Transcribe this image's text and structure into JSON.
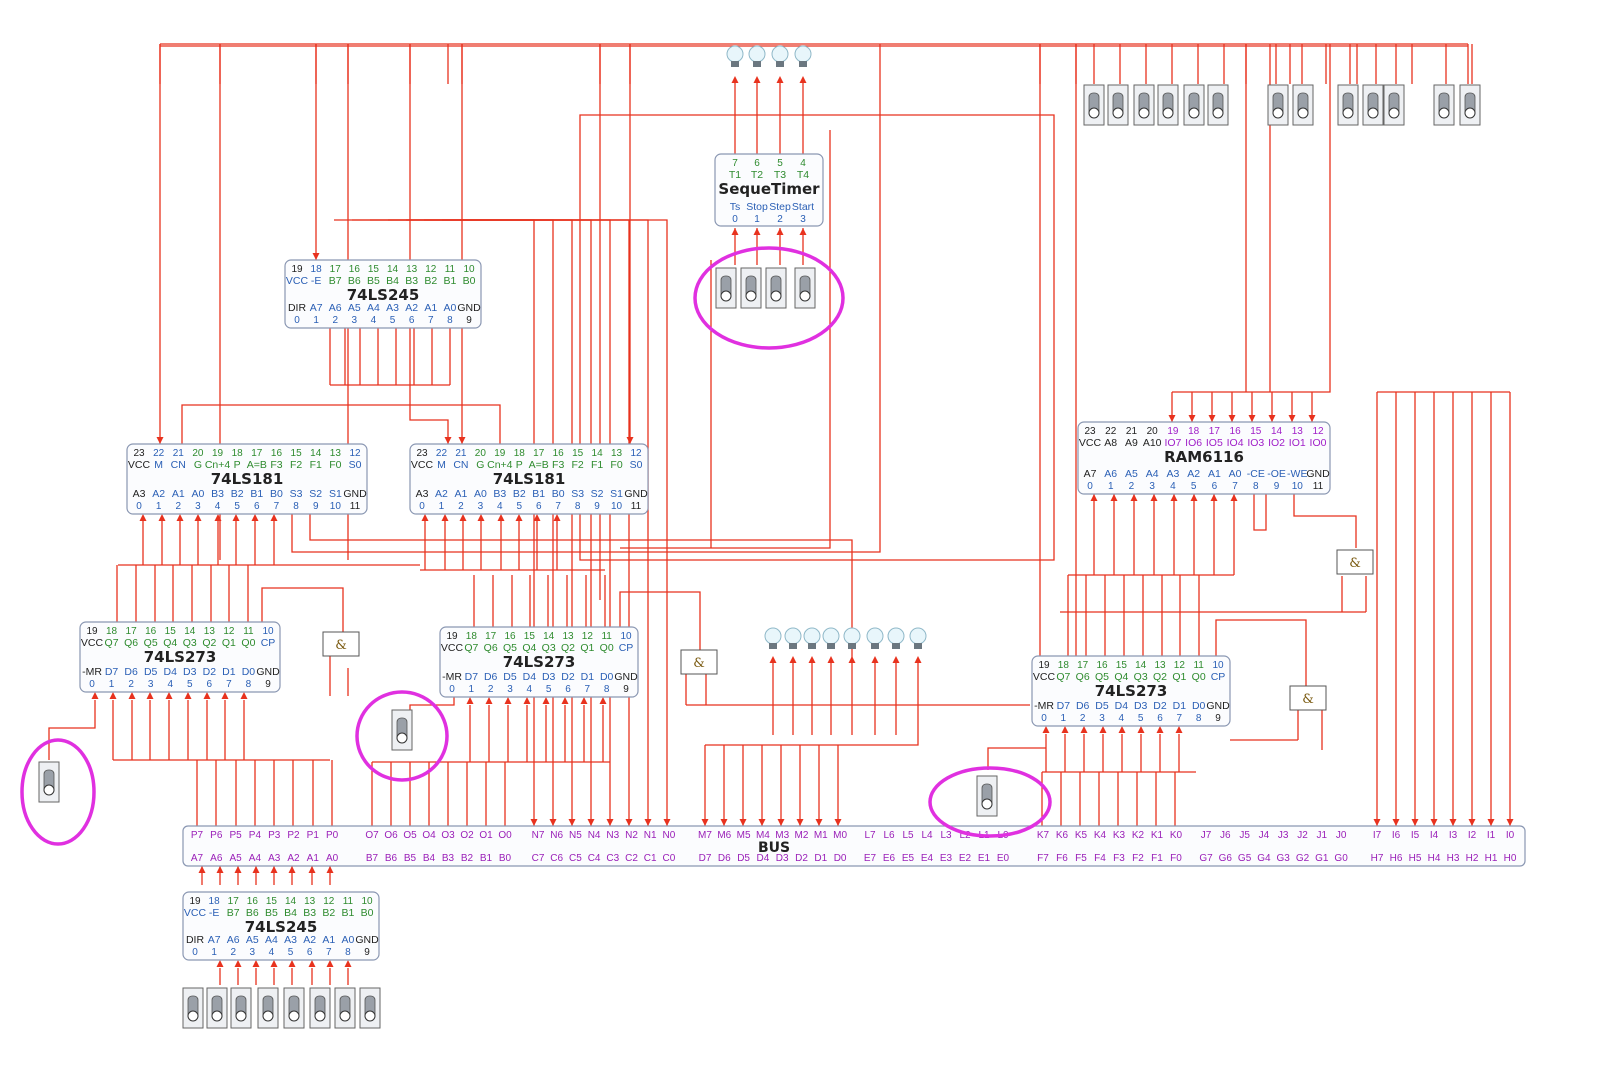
{
  "colors": {
    "wire": "#e8321e",
    "pin_green": "#2e8b2e",
    "pin_blue": "#2a5fb5",
    "pin_black": "#222222",
    "pin_purple": "#a020c8",
    "highlight": "#e030e0"
  },
  "chips": [
    {
      "id": "ls245-top",
      "name": "74LS245",
      "top_nums": [
        "19",
        "18",
        "17",
        "16",
        "15",
        "14",
        "13",
        "12",
        "11",
        "10"
      ],
      "top_labels": [
        "VCC",
        "-E",
        "B7",
        "B6",
        "B5",
        "B4",
        "B3",
        "B2",
        "B1",
        "B0"
      ],
      "bottom_labels": [
        "DIR",
        "A7",
        "A6",
        "A5",
        "A4",
        "A3",
        "A2",
        "A1",
        "A0",
        "GND"
      ],
      "bottom_nums": [
        "0",
        "1",
        "2",
        "3",
        "4",
        "5",
        "6",
        "7",
        "8",
        "9"
      ]
    },
    {
      "id": "ls181-left",
      "name": "74LS181",
      "top_nums": [
        "23",
        "22",
        "21",
        "20",
        "19",
        "18",
        "17",
        "16",
        "15",
        "14",
        "13",
        "12"
      ],
      "top_labels": [
        "VCC",
        "M",
        "CN",
        "G",
        "Cn+4",
        "P",
        "A=B",
        "F3",
        "F2",
        "F1",
        "F0",
        "S0"
      ],
      "bottom_labels": [
        "A3",
        "A2",
        "A1",
        "A0",
        "B3",
        "B2",
        "B1",
        "B0",
        "S3",
        "S2",
        "S1",
        "GND"
      ],
      "bottom_nums": [
        "0",
        "1",
        "2",
        "3",
        "4",
        "5",
        "6",
        "7",
        "8",
        "9",
        "10",
        "11"
      ]
    },
    {
      "id": "ls181-right",
      "name": "74LS181",
      "top_nums": [
        "23",
        "22",
        "21",
        "20",
        "19",
        "18",
        "17",
        "16",
        "15",
        "14",
        "13",
        "12"
      ],
      "top_labels": [
        "VCC",
        "M",
        "CN",
        "G",
        "Cn+4",
        "P",
        "A=B",
        "F3",
        "F2",
        "F1",
        "F0",
        "S0"
      ],
      "bottom_labels": [
        "A3",
        "A2",
        "A1",
        "A0",
        "B3",
        "B2",
        "B1",
        "B0",
        "S3",
        "S2",
        "S1",
        "GND"
      ],
      "bottom_nums": [
        "0",
        "1",
        "2",
        "3",
        "4",
        "5",
        "6",
        "7",
        "8",
        "9",
        "10",
        "11"
      ]
    },
    {
      "id": "ls273-left",
      "name": "74LS273",
      "top_nums": [
        "19",
        "18",
        "17",
        "16",
        "15",
        "14",
        "13",
        "12",
        "11",
        "10"
      ],
      "top_labels": [
        "VCC",
        "Q7",
        "Q6",
        "Q5",
        "Q4",
        "Q3",
        "Q2",
        "Q1",
        "Q0",
        "CP"
      ],
      "bottom_labels": [
        "-MR",
        "D7",
        "D6",
        "D5",
        "D4",
        "D3",
        "D2",
        "D1",
        "D0",
        "GND"
      ],
      "bottom_nums": [
        "0",
        "1",
        "2",
        "3",
        "4",
        "5",
        "6",
        "7",
        "8",
        "9"
      ]
    },
    {
      "id": "ls273-mid",
      "name": "74LS273",
      "top_nums": [
        "19",
        "18",
        "17",
        "16",
        "15",
        "14",
        "13",
        "12",
        "11",
        "10"
      ],
      "top_labels": [
        "VCC",
        "Q7",
        "Q6",
        "Q5",
        "Q4",
        "Q3",
        "Q2",
        "Q1",
        "Q0",
        "CP"
      ],
      "bottom_labels": [
        "-MR",
        "D7",
        "D6",
        "D5",
        "D4",
        "D3",
        "D2",
        "D1",
        "D0",
        "GND"
      ],
      "bottom_nums": [
        "0",
        "1",
        "2",
        "3",
        "4",
        "5",
        "6",
        "7",
        "8",
        "9"
      ]
    },
    {
      "id": "ls273-right",
      "name": "74LS273",
      "top_nums": [
        "19",
        "18",
        "17",
        "16",
        "15",
        "14",
        "13",
        "12",
        "11",
        "10"
      ],
      "top_labels": [
        "VCC",
        "Q7",
        "Q6",
        "Q5",
        "Q4",
        "Q3",
        "Q2",
        "Q1",
        "Q0",
        "CP"
      ],
      "bottom_labels": [
        "-MR",
        "D7",
        "D6",
        "D5",
        "D4",
        "D3",
        "D2",
        "D1",
        "D0",
        "GND"
      ],
      "bottom_nums": [
        "0",
        "1",
        "2",
        "3",
        "4",
        "5",
        "6",
        "7",
        "8",
        "9"
      ]
    },
    {
      "id": "ram6116",
      "name": "RAM6116",
      "top_nums": [
        "23",
        "22",
        "21",
        "20",
        "19",
        "18",
        "17",
        "16",
        "15",
        "14",
        "13",
        "12"
      ],
      "top_labels": [
        "VCC",
        "A8",
        "A9",
        "A10",
        "IO7",
        "IO6",
        "IO5",
        "IO4",
        "IO3",
        "IO2",
        "IO1",
        "IO0"
      ],
      "bottom_labels": [
        "A7",
        "A6",
        "A5",
        "A4",
        "A3",
        "A2",
        "A1",
        "A0",
        "-CE",
        "-OE",
        "-WE",
        "GND"
      ],
      "bottom_nums": [
        "0",
        "1",
        "2",
        "3",
        "4",
        "5",
        "6",
        "7",
        "8",
        "9",
        "10",
        "11"
      ]
    },
    {
      "id": "ls245-bottom",
      "name": "74LS245",
      "top_nums": [
        "19",
        "18",
        "17",
        "16",
        "15",
        "14",
        "13",
        "12",
        "11",
        "10"
      ],
      "top_labels": [
        "VCC",
        "-E",
        "B7",
        "B6",
        "B5",
        "B4",
        "B3",
        "B2",
        "B1",
        "B0"
      ],
      "bottom_labels": [
        "DIR",
        "A7",
        "A6",
        "A5",
        "A4",
        "A3",
        "A2",
        "A1",
        "A0",
        "GND"
      ],
      "bottom_nums": [
        "0",
        "1",
        "2",
        "3",
        "4",
        "5",
        "6",
        "7",
        "8",
        "9"
      ]
    }
  ],
  "timer": {
    "name": "SequeTimer",
    "top_nums": [
      "7",
      "6",
      "5",
      "4"
    ],
    "top_labels": [
      "T1",
      "T2",
      "T3",
      "T4"
    ],
    "bottom_labels": [
      "Ts",
      "Stop",
      "Step",
      "Start"
    ],
    "bottom_nums": [
      "0",
      "1",
      "2",
      "3"
    ]
  },
  "bus": {
    "name": "BUS",
    "top_row": [
      "P7",
      "P6",
      "P5",
      "P4",
      "P3",
      "P2",
      "P1",
      "P0",
      "O7",
      "O6",
      "O5",
      "O4",
      "O3",
      "O2",
      "O1",
      "O0",
      "N7",
      "N6",
      "N5",
      "N4",
      "N3",
      "N2",
      "N1",
      "N0",
      "M7",
      "M6",
      "M5",
      "M4",
      "M3",
      "M2",
      "M1",
      "M0",
      "L7",
      "L6",
      "L5",
      "L4",
      "L3",
      "L2",
      "L1",
      "L0",
      "K7",
      "K6",
      "K5",
      "K4",
      "K3",
      "K2",
      "K1",
      "K0",
      "J7",
      "J6",
      "J5",
      "J4",
      "J3",
      "J2",
      "J1",
      "J0",
      "I7",
      "I6",
      "I5",
      "I4",
      "I3",
      "I2",
      "I1",
      "I0"
    ],
    "bottom_row": [
      "A7",
      "A6",
      "A5",
      "A4",
      "A3",
      "A2",
      "A1",
      "A0",
      "B7",
      "B6",
      "B5",
      "B4",
      "B3",
      "B2",
      "B1",
      "B0",
      "C7",
      "C6",
      "C5",
      "C4",
      "C3",
      "C2",
      "C1",
      "C0",
      "D7",
      "D6",
      "D5",
      "D4",
      "D3",
      "D2",
      "D1",
      "D0",
      "E7",
      "E6",
      "E5",
      "E4",
      "E3",
      "E2",
      "E1",
      "E0",
      "F7",
      "F6",
      "F5",
      "F4",
      "F3",
      "F2",
      "F1",
      "F0",
      "G7",
      "G6",
      "G5",
      "G4",
      "G3",
      "G2",
      "G1",
      "G0",
      "H7",
      "H6",
      "H5",
      "H4",
      "H3",
      "H2",
      "H1",
      "H0"
    ]
  },
  "gate_symbol": "&",
  "components": {
    "switch_icon": "toggle-switch-icon",
    "bulb_icon": "light-bulb-icon",
    "gate_icon": "and-gate-icon"
  }
}
